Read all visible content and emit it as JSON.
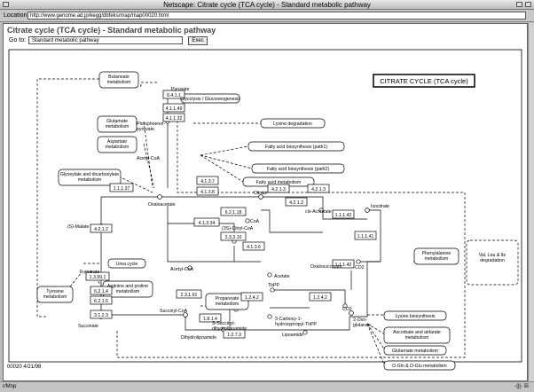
{
  "window": {
    "title": "Netscape: Citrate cycle (TCA cycle) - Standard metabolic pathway"
  },
  "location": {
    "label": "Location:",
    "url": "http://www.genome.ad.jp/kegg/dbfeks/map/map00020.html"
  },
  "page": {
    "title": "Citrate cycle (TCA cycle) - Standard metabolic pathway"
  },
  "goto": {
    "label": "Go to:",
    "selected": "Standard metabolic pathway",
    "button": "Exec"
  },
  "footer": {
    "text": "00020  4/21/98"
  },
  "statusbar": {
    "left": "r/Mnp",
    "right": "-|||-  ☒"
  },
  "diagram": {
    "title": "CITRATE CYCLE (TCA cycle)",
    "pathways": {
      "butanoate": "Butanoate\nmetabolism",
      "glycolysis": "Glycolysis / Gluconeogenesis",
      "glutamate": "Glutamate\nmetabolism",
      "aspartate": "Aspartate\nmetabolism",
      "glyoxylate": "Glyoxylate and dicarboxylate\nmetabolism",
      "lysine_deg": "Lysine degradation",
      "fatty1": "Fatty acid biosynthesis (path1)",
      "fatty2": "Fatty acid biosynthesis (path2)",
      "fatty_met": "Fatty acid metabolism",
      "urea": "Urea cycle",
      "arginine": "Arginine and proline\nmetabolism",
      "tyrosine": "Tyrosine\nmetabolism",
      "propanoate": "Propanoate\nmetabolism",
      "phenylalanine": "Phenylalanine\nmetabolism",
      "val_leu": "Val, Leu & Ile\ndegradation",
      "lysine_bio": "Lysine biosynthesis",
      "ascorbate": "Ascorbate and aldarate\nmetabolism",
      "glutamate2": "Glutamate metabolism",
      "dgln": "D-Gln & D-Glu metabolism"
    },
    "enzymes": {
      "e6411": "6.4.1.1",
      "e4149": "4.1.1.49",
      "e41132": "4.1.1.32",
      "e41137": "1.1.1.37",
      "e4137": "4.1.3.7",
      "e4138": "4.1.3.8",
      "e4213a": "4.2.1.3",
      "e4213b": "4.2.1.3",
      "e4213c": "4.2.1.3",
      "e62118": "6.2.1.18",
      "e41334": "4.1.3.34",
      "e23310": "2.3.3.10",
      "e4136": "4.1.3.6",
      "e4212": "4.2.1.2",
      "e13991": "1.3.99.1",
      "e11142": "1.1.1.42",
      "e11141": "1.1.1.41",
      "e11143": "1.1.1.42",
      "e6214": "6.2.1.4",
      "e6215": "6.2.1.5",
      "e3123": "3.1.2.3",
      "e23161": "2.3.1.61",
      "e1242a": "1.2.4.2",
      "e1242b": "1.2.4.2",
      "e1814": "1.8.1.4",
      "e1273": "1.2.7.3"
    },
    "compounds": {
      "pyruvate": "Pyruvate",
      "pep": "Phosphoenol-\npyruvate",
      "acetyl_coa": "Acetyl-CoA",
      "oxaloacetate": "Oxaloacetate",
      "citrate": "Citrate",
      "cis_aconitate": "cis-Aconitate",
      "isocitrate": "Isocitrate",
      "coa": "CoA",
      "citryl_coa": "(3S)-Citryl-CoA",
      "acetyl_coa2": "Acetyl-CoA",
      "acetate": "Acetate",
      "malate": "(S)-Malate",
      "fumarate": "Fumarate",
      "succinate": "Succinate",
      "succinyl_coa": "Succinyl-CoA",
      "oxalosuccinate": "Oxalosuccinate",
      "co2a": "CO2",
      "co2b": "CO2",
      "oxoglutarate": "2-Oxo-\nglutarate",
      "thpp": "ThPP",
      "s_succinyl": "S-Succinyl-\ndihydrolipoamide",
      "dihydrolipo": "Dihydrolipoamide",
      "lipoamide": "Lipoamide",
      "carboxy": "3-Carboxy-1-\nhydroxypropyl-ThPP"
    }
  }
}
